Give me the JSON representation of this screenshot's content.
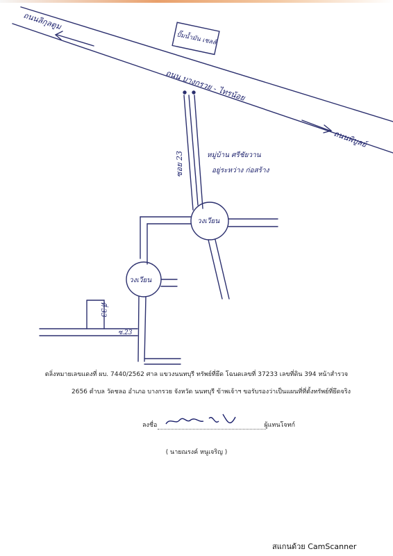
{
  "map": {
    "road_left_label": "ถนนลิกุลตูม",
    "road_right_label": "ถนนพิบูลย์",
    "main_road_label": "ถนน บางกรวย - ไทรน้อย",
    "shop_label": "ปั๊มน้ำมัน เชลล์",
    "soi_label": "ซอย 23",
    "market_label": "หมู่บ้าน ศรีชัยวาน",
    "village_label": "อยู่ระหว่าง ก่อสร้าง",
    "roundabout_1": "วงเวียน",
    "roundabout_2": "วงเวียน",
    "plot_label": "ที่ 33",
    "lane_label": "ซ.23"
  },
  "document": {
    "line1": "ตลิ่งหมายเลขแดงที่ ผบ. 7440/2562 ศาล แขวงนนทบุรี ทรัพย์ที่ยึด โฉนดเลขที่ 37233 เลขที่ดิน 394 หน้าสำรวจ",
    "line2": "2656 ตำบล วัดชลอ อำเภอ บางกรวย จังหวัด นนทบุรี ข้าพเจ้าฯ ขอรับรองว่าเป็นแผนที่ที่ตั้งทรัพย์ที่ยึดจริง",
    "sign_prefix": "ลงชื่อ",
    "sign_suffix": "ผู้แทนโจทก์",
    "signer_name": "( นายณรงค์ หนูเจริญ )"
  },
  "footer": {
    "watermark": "สแกนด้วย CamScanner"
  }
}
